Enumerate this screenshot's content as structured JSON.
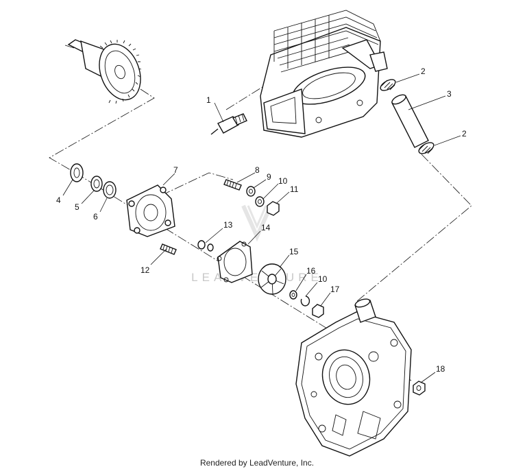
{
  "watermark": "LEADVENTURE",
  "footer": "Rendered by LeadVenture, Inc.",
  "callouts": [
    {
      "id": "1",
      "text": "1"
    },
    {
      "id": "2a",
      "text": "2"
    },
    {
      "id": "3",
      "text": "3"
    },
    {
      "id": "2b",
      "text": "2"
    },
    {
      "id": "4",
      "text": "4"
    },
    {
      "id": "5",
      "text": "5"
    },
    {
      "id": "6",
      "text": "6"
    },
    {
      "id": "7",
      "text": "7"
    },
    {
      "id": "8",
      "text": "8"
    },
    {
      "id": "9",
      "text": "9"
    },
    {
      "id": "10a",
      "text": "10"
    },
    {
      "id": "11",
      "text": "11"
    },
    {
      "id": "12",
      "text": "12"
    },
    {
      "id": "13",
      "text": "13"
    },
    {
      "id": "14",
      "text": "14"
    },
    {
      "id": "15",
      "text": "15"
    },
    {
      "id": "16",
      "text": "16"
    },
    {
      "id": "10b",
      "text": "10"
    },
    {
      "id": "17",
      "text": "17"
    },
    {
      "id": "18",
      "text": "18"
    }
  ]
}
